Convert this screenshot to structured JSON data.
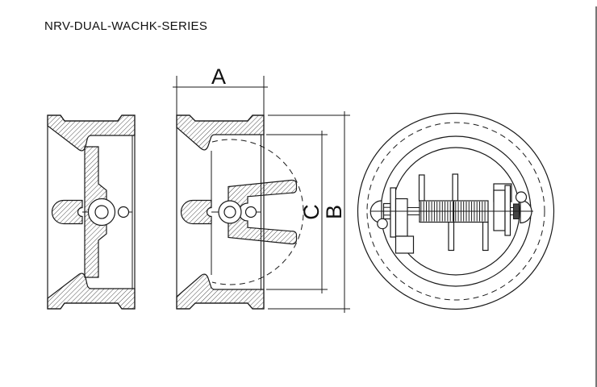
{
  "title": "NRV-DUAL-WACHK-SERIES",
  "dimensions": {
    "a": "A",
    "b": "B",
    "c": "C"
  },
  "drawing": {
    "ink_color": "#1a1a1a",
    "background_color": "#ffffff",
    "frame_right_border_color": "#555555",
    "views": [
      {
        "id": "left-section-view",
        "description": "side section, valve closed"
      },
      {
        "id": "middle-section-view",
        "description": "side section, valve open, dimensioned A/B/C"
      },
      {
        "id": "front-view",
        "description": "front view with hinge pin, dual springs and retainers"
      }
    ]
  }
}
